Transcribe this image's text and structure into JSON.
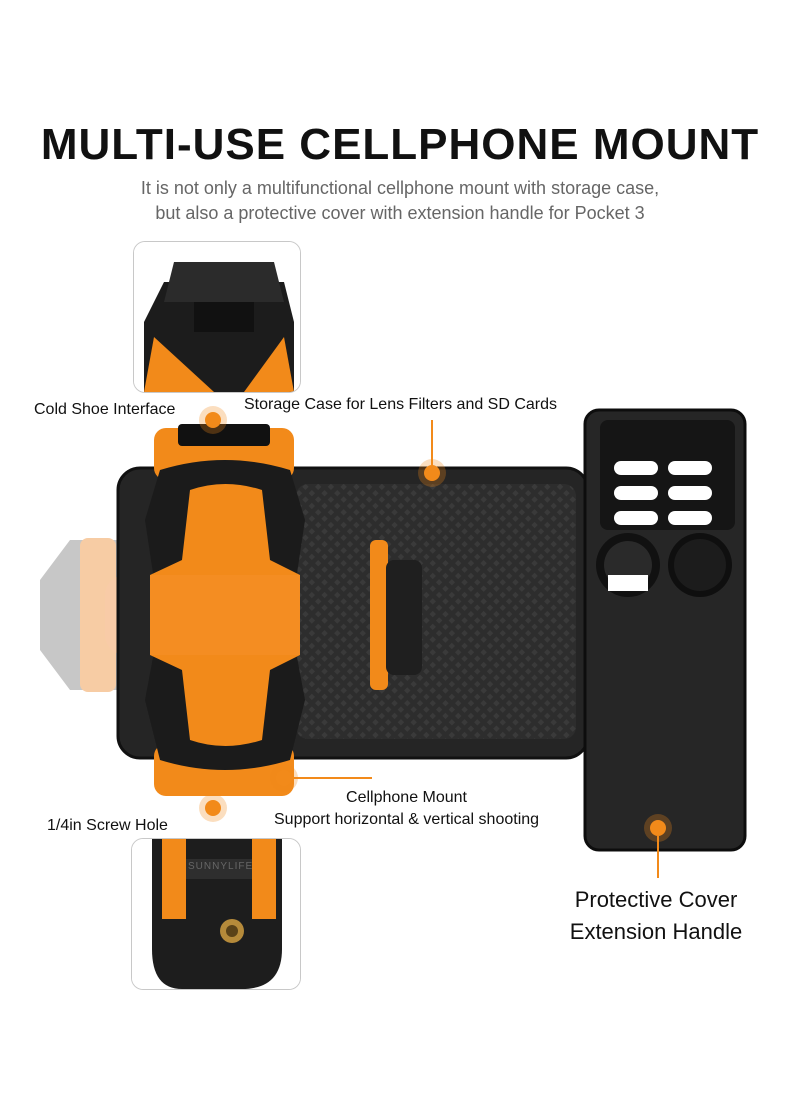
{
  "header": {
    "title": "MULTI-USE CELLPHONE MOUNT",
    "subtitle_line1": "It is not only a multifunctional cellphone mount with storage case,",
    "subtitle_line2": "but also a protective cover with extension handle for Pocket 3"
  },
  "callouts": {
    "cold_shoe": "Cold Shoe Interface",
    "storage_case": "Storage Case for Lens Filters and SD Cards",
    "cellphone_mount_line1": "Cellphone Mount",
    "cellphone_mount_line2": "Support horizontal & vertical shooting",
    "screw_hole": "1/4in Screw Hole",
    "protective_line1": "Protective Cover",
    "protective_line2": "Extension Handle"
  },
  "product": {
    "brand_mark": "SUNNYLIFE"
  },
  "colors": {
    "accent": "#f28a1a",
    "body": "#2b2b2b",
    "dark": "#161616",
    "text": "#111111",
    "subtext": "#666666"
  }
}
